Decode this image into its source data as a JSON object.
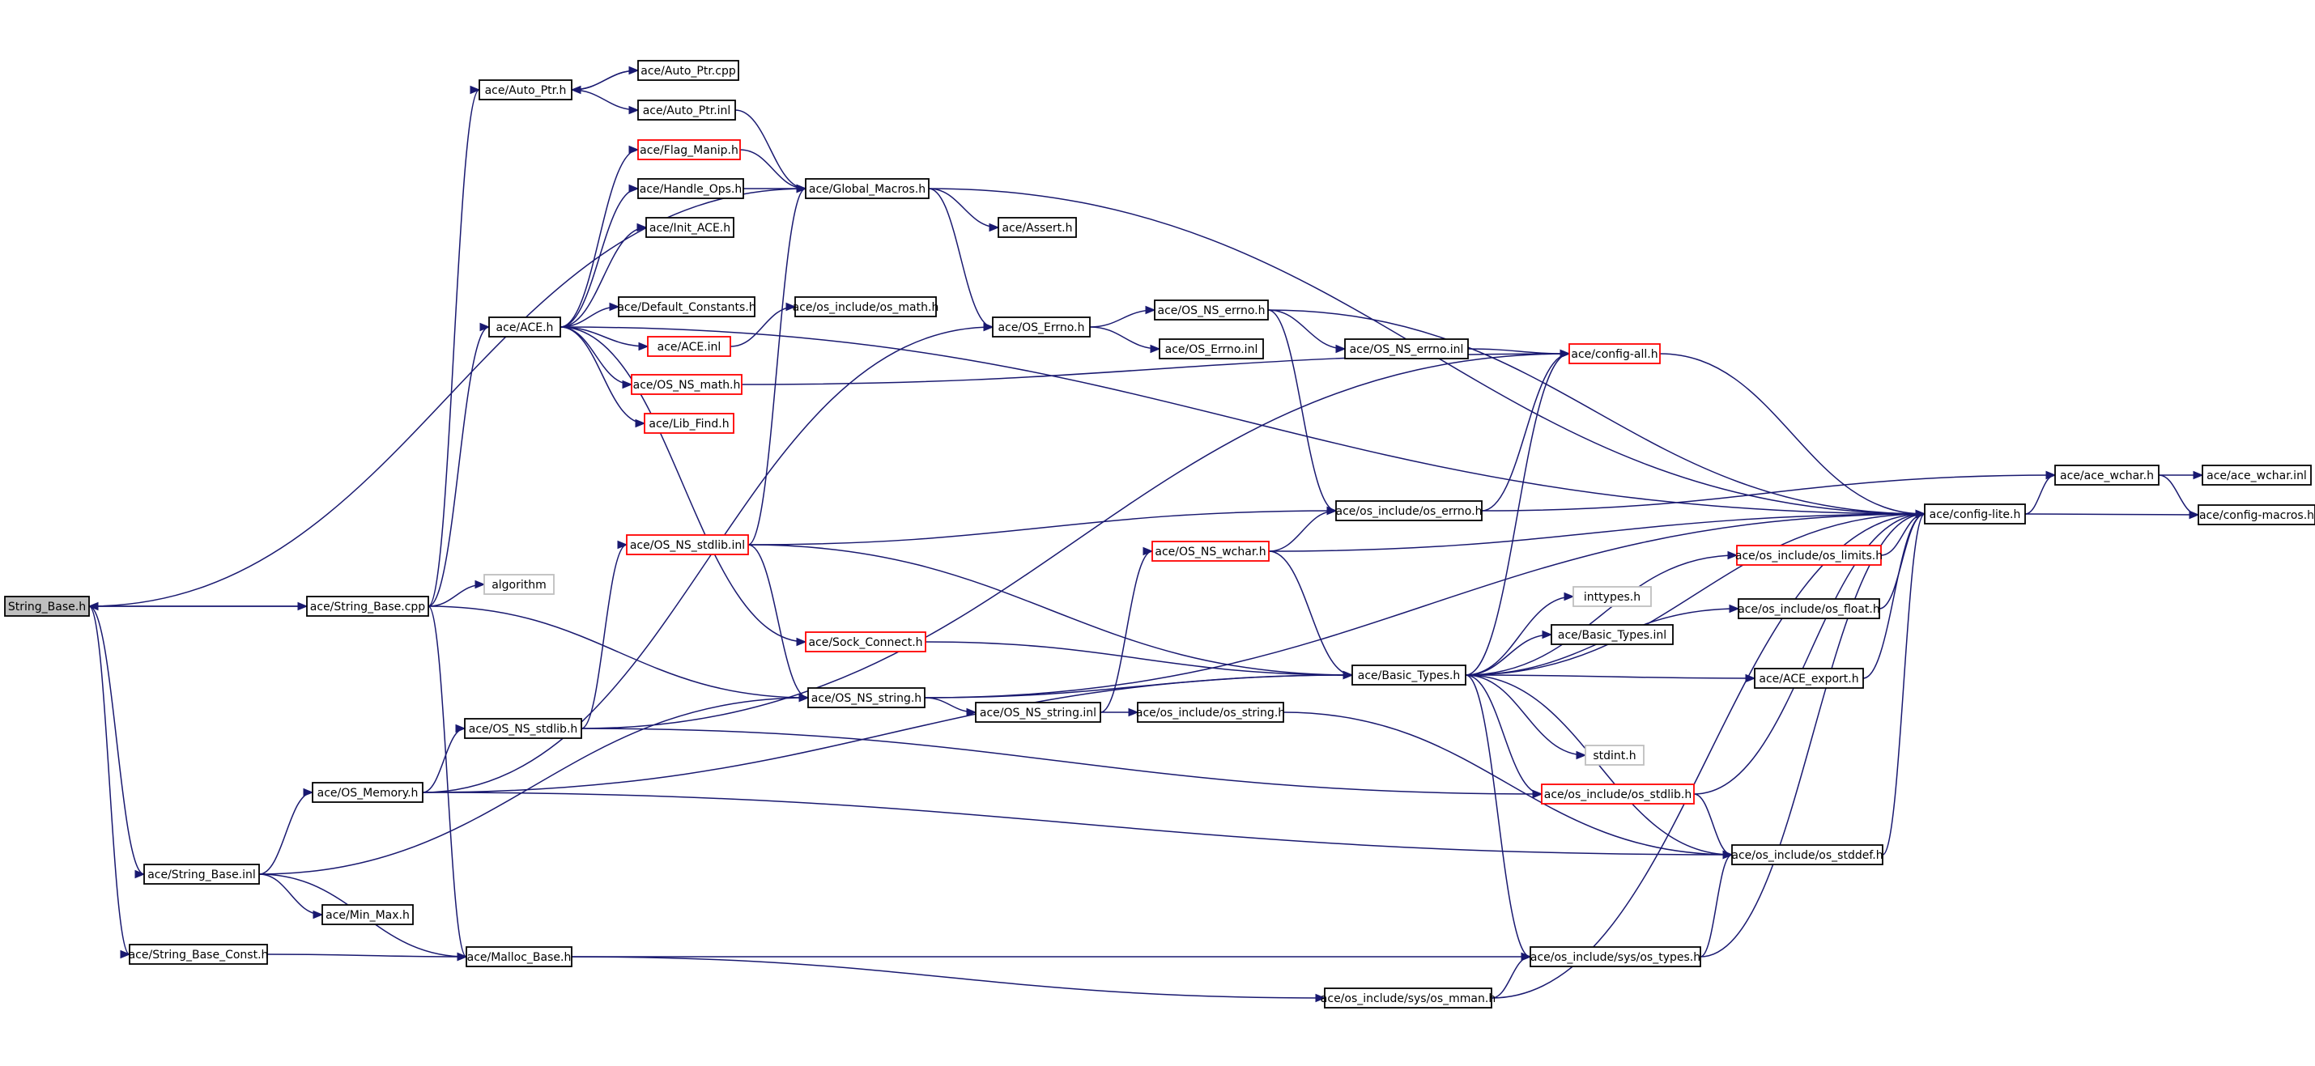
{
  "nodes": [
    {
      "id": "string_base_h",
      "label": "String_Base.h",
      "style": "root"
    },
    {
      "id": "string_base_cpp",
      "label": "ace/String_Base.cpp",
      "style": "normal"
    },
    {
      "id": "auto_ptr_h",
      "label": "ace/Auto_Ptr.h",
      "style": "normal"
    },
    {
      "id": "auto_ptr_cpp",
      "label": "ace/Auto_Ptr.cpp",
      "style": "normal"
    },
    {
      "id": "auto_ptr_inl",
      "label": "ace/Auto_Ptr.inl",
      "style": "normal"
    },
    {
      "id": "flag_manip_h",
      "label": "ace/Flag_Manip.h",
      "style": "red"
    },
    {
      "id": "handle_ops_h",
      "label": "ace/Handle_Ops.h",
      "style": "normal"
    },
    {
      "id": "global_macros_h",
      "label": "ace/Global_Macros.h",
      "style": "normal"
    },
    {
      "id": "init_ace_h",
      "label": "ace/Init_ACE.h",
      "style": "normal"
    },
    {
      "id": "assert_h",
      "label": "ace/Assert.h",
      "style": "normal"
    },
    {
      "id": "ace_h",
      "label": "ace/ACE.h",
      "style": "normal"
    },
    {
      "id": "default_constants_h",
      "label": "ace/Default_Constants.h",
      "style": "normal"
    },
    {
      "id": "os_math_h",
      "label": "ace/os_include/os_math.h",
      "style": "normal"
    },
    {
      "id": "os_errno_h",
      "label": "ace/OS_Errno.h",
      "style": "normal"
    },
    {
      "id": "os_ns_errno_h",
      "label": "ace/OS_NS_errno.h",
      "style": "normal"
    },
    {
      "id": "ace_inl",
      "label": "ace/ACE.inl",
      "style": "red"
    },
    {
      "id": "os_errno_inl",
      "label": "ace/OS_Errno.inl",
      "style": "normal"
    },
    {
      "id": "os_ns_errno_inl",
      "label": "ace/OS_NS_errno.inl",
      "style": "normal"
    },
    {
      "id": "config_all_h",
      "label": "ace/config-all.h",
      "style": "red"
    },
    {
      "id": "os_ns_math_h",
      "label": "ace/OS_NS_math.h",
      "style": "red"
    },
    {
      "id": "lib_find_h",
      "label": "ace/Lib_Find.h",
      "style": "red"
    },
    {
      "id": "ace_wchar_h",
      "label": "ace/ace_wchar.h",
      "style": "normal"
    },
    {
      "id": "ace_wchar_inl",
      "label": "ace/ace_wchar.inl",
      "style": "normal"
    },
    {
      "id": "os_include_errno_h",
      "label": "ace/os_include/os_errno.h",
      "style": "normal"
    },
    {
      "id": "config_lite_h",
      "label": "ace/config-lite.h",
      "style": "normal"
    },
    {
      "id": "config_macros_h",
      "label": "ace/config-macros.h",
      "style": "normal"
    },
    {
      "id": "os_ns_stdlib_inl",
      "label": "ace/OS_NS_stdlib.inl",
      "style": "red"
    },
    {
      "id": "os_ns_wchar_h",
      "label": "ace/OS_NS_wchar.h",
      "style": "red"
    },
    {
      "id": "os_limits_h",
      "label": "ace/os_include/os_limits.h",
      "style": "red"
    },
    {
      "id": "algorithm",
      "label": "algorithm",
      "style": "gray"
    },
    {
      "id": "inttypes_h",
      "label": "inttypes.h",
      "style": "gray"
    },
    {
      "id": "os_float_h",
      "label": "ace/os_include/os_float.h",
      "style": "normal"
    },
    {
      "id": "basic_types_inl",
      "label": "ace/Basic_Types.inl",
      "style": "normal"
    },
    {
      "id": "sock_connect_h",
      "label": "ace/Sock_Connect.h",
      "style": "red"
    },
    {
      "id": "basic_types_h",
      "label": "ace/Basic_Types.h",
      "style": "normal"
    },
    {
      "id": "ace_export_h",
      "label": "ace/ACE_export.h",
      "style": "normal"
    },
    {
      "id": "os_ns_string_h",
      "label": "ace/OS_NS_string.h",
      "style": "normal"
    },
    {
      "id": "os_ns_string_inl",
      "label": "ace/OS_NS_string.inl",
      "style": "normal"
    },
    {
      "id": "os_include_string_h",
      "label": "ace/os_include/os_string.h",
      "style": "normal"
    },
    {
      "id": "os_ns_stdlib_h",
      "label": "ace/OS_NS_stdlib.h",
      "style": "normal"
    },
    {
      "id": "stdint_h",
      "label": "stdint.h",
      "style": "gray"
    },
    {
      "id": "os_memory_h",
      "label": "ace/OS_Memory.h",
      "style": "normal"
    },
    {
      "id": "os_include_stdlib_h",
      "label": "ace/os_include/os_stdlib.h",
      "style": "red"
    },
    {
      "id": "os_stddef_h",
      "label": "ace/os_include/os_stddef.h",
      "style": "normal"
    },
    {
      "id": "string_base_inl",
      "label": "ace/String_Base.inl",
      "style": "normal"
    },
    {
      "id": "min_max_h",
      "label": "ace/Min_Max.h",
      "style": "normal"
    },
    {
      "id": "string_base_const_h",
      "label": "ace/String_Base_Const.h",
      "style": "normal"
    },
    {
      "id": "malloc_base_h",
      "label": "ace/Malloc_Base.h",
      "style": "normal"
    },
    {
      "id": "sys_os_types_h",
      "label": "ace/os_include/sys/os_types.h",
      "style": "normal"
    },
    {
      "id": "sys_os_mman_h",
      "label": "ace/os_include/sys/os_mman.h",
      "style": "normal"
    }
  ],
  "edges": [
    [
      "string_base_h",
      "string_base_cpp"
    ],
    [
      "string_base_cpp",
      "string_base_h"
    ],
    [
      "string_base_h",
      "global_macros_h"
    ],
    [
      "string_base_h",
      "string_base_inl"
    ],
    [
      "string_base_h",
      "string_base_const_h"
    ],
    [
      "string_base_cpp",
      "auto_ptr_h"
    ],
    [
      "string_base_cpp",
      "ace_h"
    ],
    [
      "string_base_cpp",
      "algorithm"
    ],
    [
      "string_base_cpp",
      "os_ns_string_h"
    ],
    [
      "string_base_cpp",
      "malloc_base_h"
    ],
    [
      "auto_ptr_h",
      "auto_ptr_cpp"
    ],
    [
      "auto_ptr_cpp",
      "auto_ptr_h"
    ],
    [
      "auto_ptr_h",
      "auto_ptr_inl"
    ],
    [
      "auto_ptr_inl",
      "global_macros_h"
    ],
    [
      "flag_manip_h",
      "global_macros_h"
    ],
    [
      "handle_ops_h",
      "global_macros_h"
    ],
    [
      "global_macros_h",
      "assert_h"
    ],
    [
      "global_macros_h",
      "os_errno_h"
    ],
    [
      "global_macros_h",
      "config_lite_h"
    ],
    [
      "ace_h",
      "flag_manip_h"
    ],
    [
      "ace_h",
      "handle_ops_h"
    ],
    [
      "ace_h",
      "init_ace_h"
    ],
    [
      "ace_h",
      "default_constants_h"
    ],
    [
      "ace_h",
      "ace_inl"
    ],
    [
      "ace_h",
      "os_ns_math_h"
    ],
    [
      "ace_h",
      "lib_find_h"
    ],
    [
      "ace_h",
      "config_lite_h"
    ],
    [
      "ace_h",
      "sock_connect_h"
    ],
    [
      "ace_inl",
      "os_math_h"
    ],
    [
      "os_ns_math_h",
      "config_all_h"
    ],
    [
      "os_errno_h",
      "os_ns_errno_h"
    ],
    [
      "os_errno_h",
      "os_errno_inl"
    ],
    [
      "os_ns_errno_h",
      "os_ns_errno_inl"
    ],
    [
      "os_ns_errno_h",
      "config_lite_h"
    ],
    [
      "os_ns_errno_h",
      "os_include_errno_h"
    ],
    [
      "os_ns_errno_inl",
      "config_all_h"
    ],
    [
      "config_all_h",
      "config_lite_h"
    ],
    [
      "os_include_errno_h",
      "config_all_h"
    ],
    [
      "os_include_errno_h",
      "ace_wchar_h"
    ],
    [
      "config_lite_h",
      "ace_wchar_h"
    ],
    [
      "config_lite_h",
      "config_macros_h"
    ],
    [
      "ace_wchar_h",
      "ace_wchar_inl"
    ],
    [
      "ace_wchar_h",
      "config_macros_h"
    ],
    [
      "os_ns_stdlib_inl",
      "global_macros_h"
    ],
    [
      "os_ns_stdlib_inl",
      "os_include_errno_h"
    ],
    [
      "os_ns_stdlib_inl",
      "basic_types_h"
    ],
    [
      "os_ns_stdlib_inl",
      "os_ns_string_h"
    ],
    [
      "os_ns_wchar_h",
      "os_include_errno_h"
    ],
    [
      "os_ns_wchar_h",
      "config_lite_h"
    ],
    [
      "os_ns_wchar_h",
      "basic_types_h"
    ],
    [
      "os_limits_h",
      "config_lite_h"
    ],
    [
      "os_float_h",
      "config_lite_h"
    ],
    [
      "ace_export_h",
      "config_lite_h"
    ],
    [
      "sock_connect_h",
      "basic_types_h"
    ],
    [
      "basic_types_h",
      "config_lite_h"
    ],
    [
      "basic_types_h",
      "os_limits_h"
    ],
    [
      "basic_types_h",
      "inttypes_h"
    ],
    [
      "basic_types_h",
      "basic_types_inl"
    ],
    [
      "basic_types_h",
      "os_float_h"
    ],
    [
      "basic_types_h",
      "ace_export_h"
    ],
    [
      "basic_types_h",
      "stdint_h"
    ],
    [
      "basic_types_h",
      "os_include_stdlib_h"
    ],
    [
      "basic_types_h",
      "os_stddef_h"
    ],
    [
      "basic_types_h",
      "sys_os_types_h"
    ],
    [
      "basic_types_h",
      "config_all_h"
    ],
    [
      "os_ns_string_h",
      "os_ns_string_inl"
    ],
    [
      "os_ns_string_h",
      "basic_types_h"
    ],
    [
      "os_ns_string_h",
      "config_lite_h"
    ],
    [
      "os_ns_string_inl",
      "os_ns_wchar_h"
    ],
    [
      "os_ns_string_inl",
      "os_include_string_h"
    ],
    [
      "os_include_string_h",
      "os_stddef_h"
    ],
    [
      "os_ns_stdlib_h",
      "os_ns_stdlib_inl"
    ],
    [
      "os_ns_stdlib_h",
      "config_all_h"
    ],
    [
      "os_ns_stdlib_h",
      "os_include_stdlib_h"
    ],
    [
      "os_memory_h",
      "os_ns_stdlib_h"
    ],
    [
      "os_memory_h",
      "os_errno_h"
    ],
    [
      "os_memory_h",
      "basic_types_h"
    ],
    [
      "os_memory_h",
      "os_stddef_h"
    ],
    [
      "os_include_stdlib_h",
      "config_lite_h"
    ],
    [
      "os_include_stdlib_h",
      "os_stddef_h"
    ],
    [
      "os_stddef_h",
      "config_lite_h"
    ],
    [
      "string_base_inl",
      "os_memory_h"
    ],
    [
      "string_base_inl",
      "min_max_h"
    ],
    [
      "string_base_inl",
      "malloc_base_h"
    ],
    [
      "string_base_inl",
      "os_ns_string_h"
    ],
    [
      "string_base_const_h",
      "malloc_base_h"
    ],
    [
      "malloc_base_h",
      "sys_os_types_h"
    ],
    [
      "malloc_base_h",
      "sys_os_mman_h"
    ],
    [
      "sys_os_types_h",
      "os_stddef_h"
    ],
    [
      "sys_os_types_h",
      "config_lite_h"
    ],
    [
      "sys_os_mman_h",
      "sys_os_types_h"
    ],
    [
      "sys_os_mman_h",
      "config_lite_h"
    ]
  ]
}
